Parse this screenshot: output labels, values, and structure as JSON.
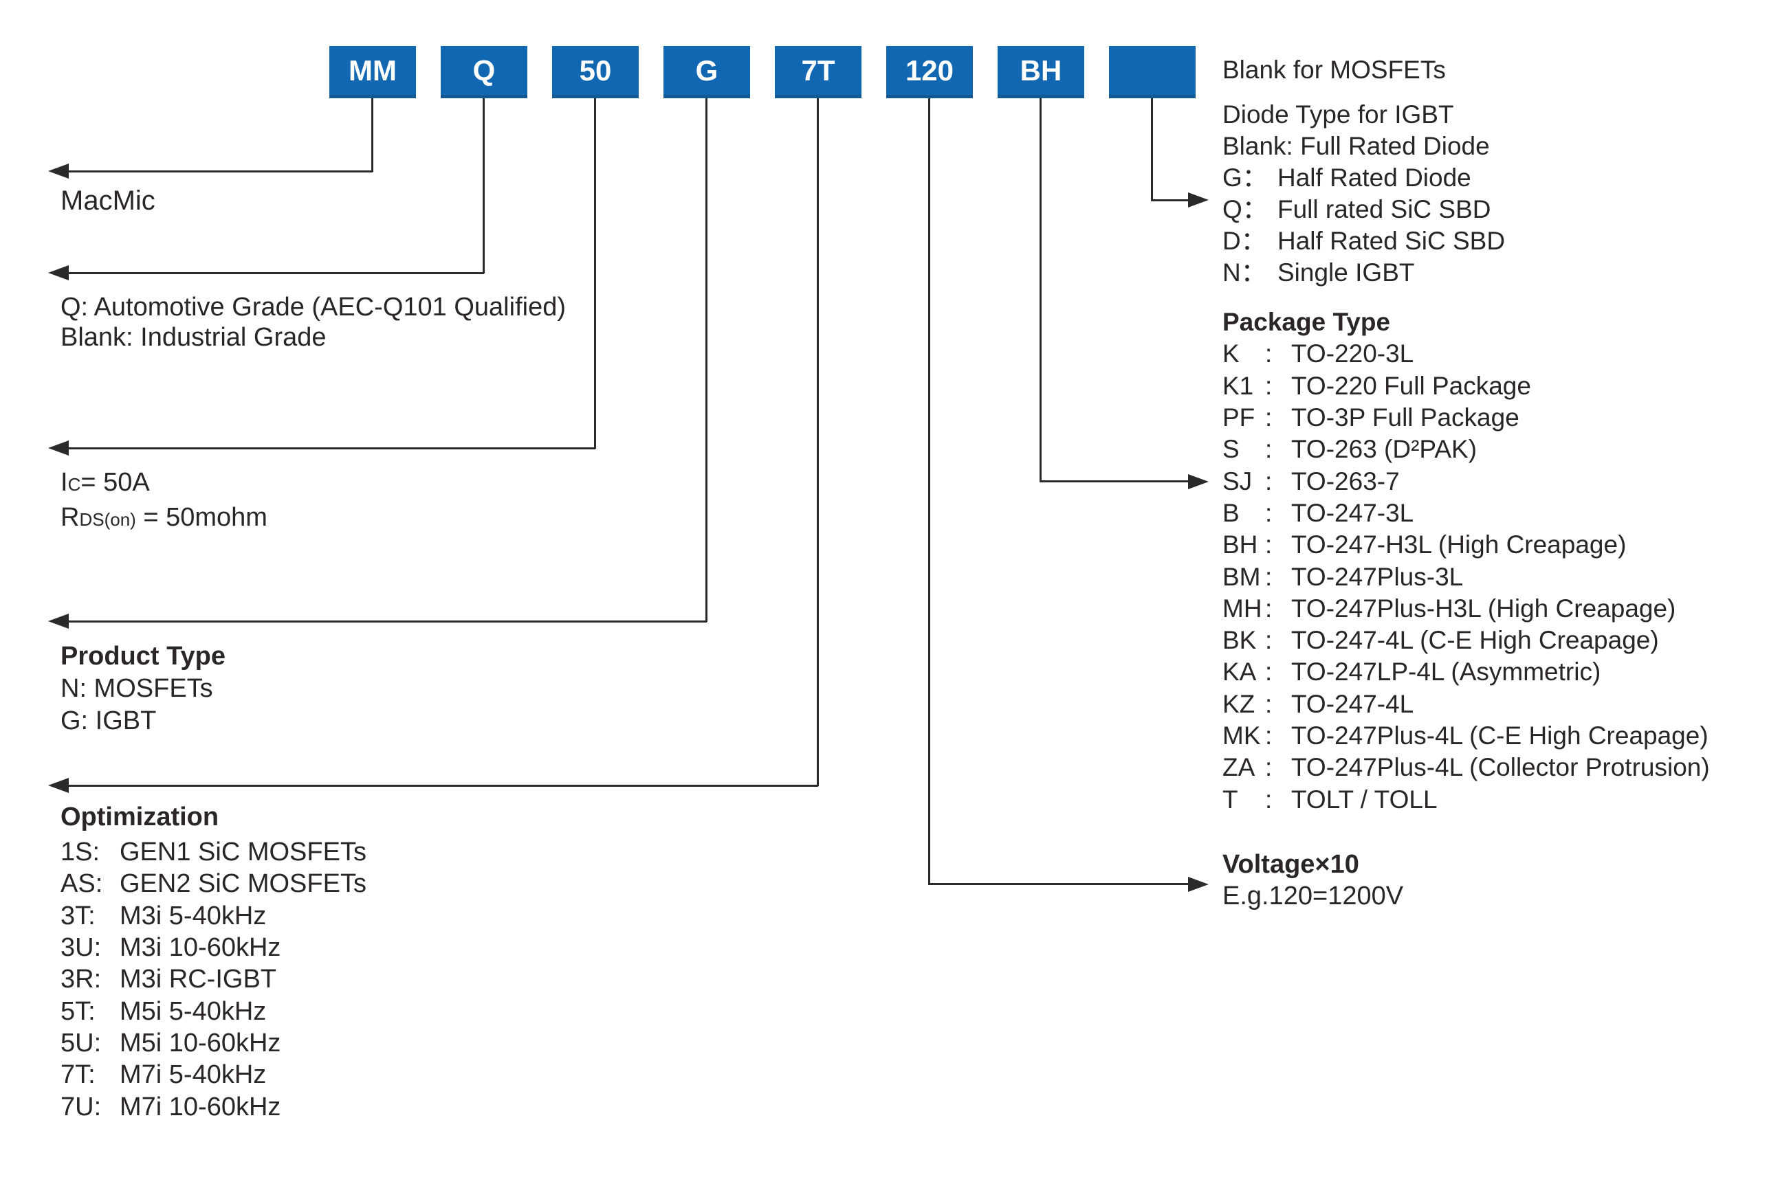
{
  "colors": {
    "box_blue": "#1267b2",
    "box_bottom_edge": "#135a94",
    "line_dark": "#2b2a29",
    "text": "#2a2627",
    "box_text": "#ffffff"
  },
  "part_number_boxes": [
    {
      "label": "MM"
    },
    {
      "label": "Q"
    },
    {
      "label": "50"
    },
    {
      "label": "G"
    },
    {
      "label": "7T"
    },
    {
      "label": "120"
    },
    {
      "label": "BH"
    },
    {
      "label": ""
    }
  ],
  "annotations": {
    "macmic": {
      "label": "MacMic"
    },
    "grade": {
      "lines": [
        "Q: Automotive Grade (AEC-Q101 Qualified)",
        "Blank: Industrial Grade"
      ]
    },
    "ratings": {
      "ic": {
        "base": "I",
        "sub": "C",
        "rest": "= 50A"
      },
      "rds": {
        "base": "R",
        "sub": "DS(on)",
        "rest": " = 50mohm"
      }
    },
    "product_type": {
      "title": "Product Type",
      "items": [
        "N: MOSFETs",
        "G: IGBT"
      ]
    },
    "optimization": {
      "title": "Optimization",
      "items": [
        {
          "code": "1S:",
          "name": "GEN1 SiC MOSFETs"
        },
        {
          "code": "AS:",
          "name": "GEN2 SiC MOSFETs"
        },
        {
          "code": "3T:",
          "name": "M3i 5-40kHz"
        },
        {
          "code": "3U:",
          "name": "M3i 10-60kHz"
        },
        {
          "code": "3R:",
          "name": "M3i RC-IGBT"
        },
        {
          "code": "5T:",
          "name": "M5i 5-40kHz"
        },
        {
          "code": "5U:",
          "name": "M5i 10-60kHz"
        },
        {
          "code": "7T:",
          "name": "M7i 5-40kHz"
        },
        {
          "code": "7U:",
          "name": "M7i 10-60kHz"
        }
      ]
    },
    "mosfet_note": "Blank for MOSFETs",
    "diode_type": {
      "title": "Diode Type for IGBT",
      "subtitle": "Blank: Full Rated Diode",
      "items": [
        {
          "code": "G：",
          "name": "Half Rated Diode"
        },
        {
          "code": "Q：",
          "name": "Full rated SiC SBD"
        },
        {
          "code": "D：",
          "name": "Half Rated SiC SBD"
        },
        {
          "code": "N：",
          "name": "Single IGBT"
        }
      ]
    },
    "package_type": {
      "title": "Package Type",
      "sep": ":",
      "items": [
        {
          "code": "K",
          "name": "TO-220-3L"
        },
        {
          "code": "K1",
          "name": "TO-220 Full Package"
        },
        {
          "code": "PF",
          "name": "TO-3P Full Package"
        },
        {
          "code": "S",
          "name": "TO-263 (D²PAK)"
        },
        {
          "code": "SJ",
          "name": "TO-263-7"
        },
        {
          "code": "B",
          "name": "TO-247-3L"
        },
        {
          "code": "BH",
          "name": "TO-247-H3L (High Creapage)"
        },
        {
          "code": "BM",
          "name": "TO-247Plus-3L"
        },
        {
          "code": "MH",
          "name": "TO-247Plus-H3L (High Creapage)"
        },
        {
          "code": "BK",
          "name": "TO-247-4L (C-E High Creapage)"
        },
        {
          "code": "KA",
          "name": "TO-247LP-4L (Asymmetric)"
        },
        {
          "code": "KZ",
          "name": "TO-247-4L"
        },
        {
          "code": "MK",
          "name": "TO-247Plus-4L (C-E High Creapage)"
        },
        {
          "code": "ZA",
          "name": "TO-247Plus-4L (Collector Protrusion)"
        },
        {
          "code": "T",
          "name": "TOLT / TOLL"
        }
      ]
    },
    "voltage": {
      "title": "Voltage×10",
      "example": "E.g.120=1200V"
    }
  }
}
